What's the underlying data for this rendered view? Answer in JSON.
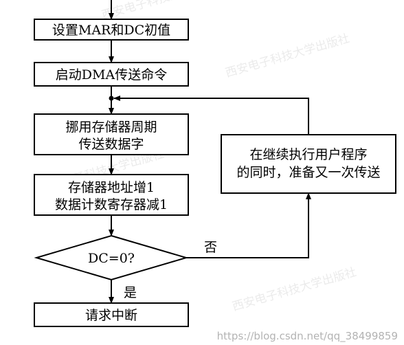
{
  "nodes": {
    "set_mar_dc": "设置MAR和DC初值",
    "start_dma": "启动DMA传送命令",
    "steal_cycle": [
      "挪用存储器周期",
      "传送数据字"
    ],
    "update_counters": [
      "存储器地址增1",
      "数据计数寄存器减1"
    ],
    "decision": "DC=0?",
    "interrupt": "请求中断",
    "cpu_continue": [
      "在继续执行用户程序",
      "的同时，准备又一次传送"
    ]
  },
  "edge_labels": {
    "no": "否",
    "yes": "是"
  },
  "watermarks": {
    "publisher": "西安电子科技大学出版社",
    "url": "https://blog.csdn.net/qq_38499859"
  },
  "colors": {
    "stroke": "#000000",
    "fill": "#ffffff",
    "watermark": "#b3b3b3"
  }
}
